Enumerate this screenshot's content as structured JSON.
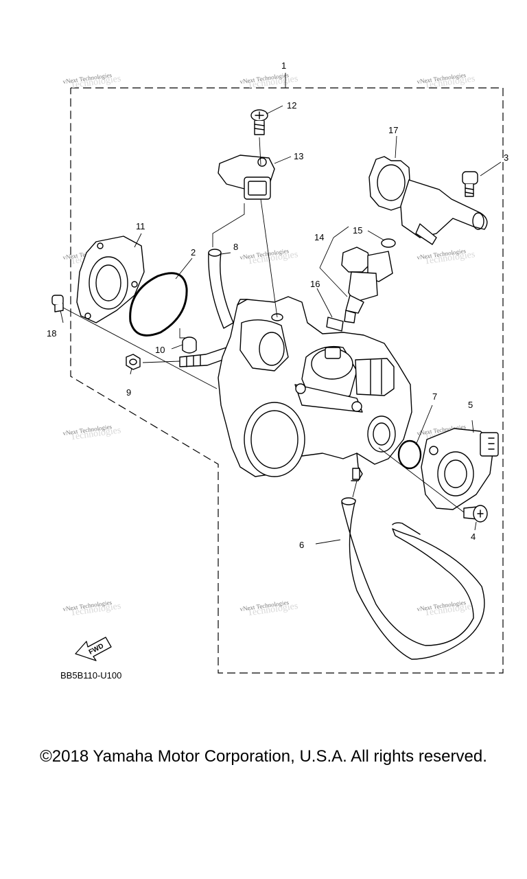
{
  "diagram": {
    "callouts": [
      "1",
      "2",
      "3",
      "4",
      "5",
      "6",
      "7",
      "8",
      "9",
      "10",
      "11",
      "12",
      "13",
      "14",
      "15",
      "16",
      "17",
      "18"
    ],
    "watermark": "vNext Technologies",
    "fwd_label": "FWD",
    "diagram_code": "BB5B110-U100"
  },
  "footer": {
    "copyright": "©2018 Yamaha Motor Corporation, U.S.A. All rights reserved."
  }
}
